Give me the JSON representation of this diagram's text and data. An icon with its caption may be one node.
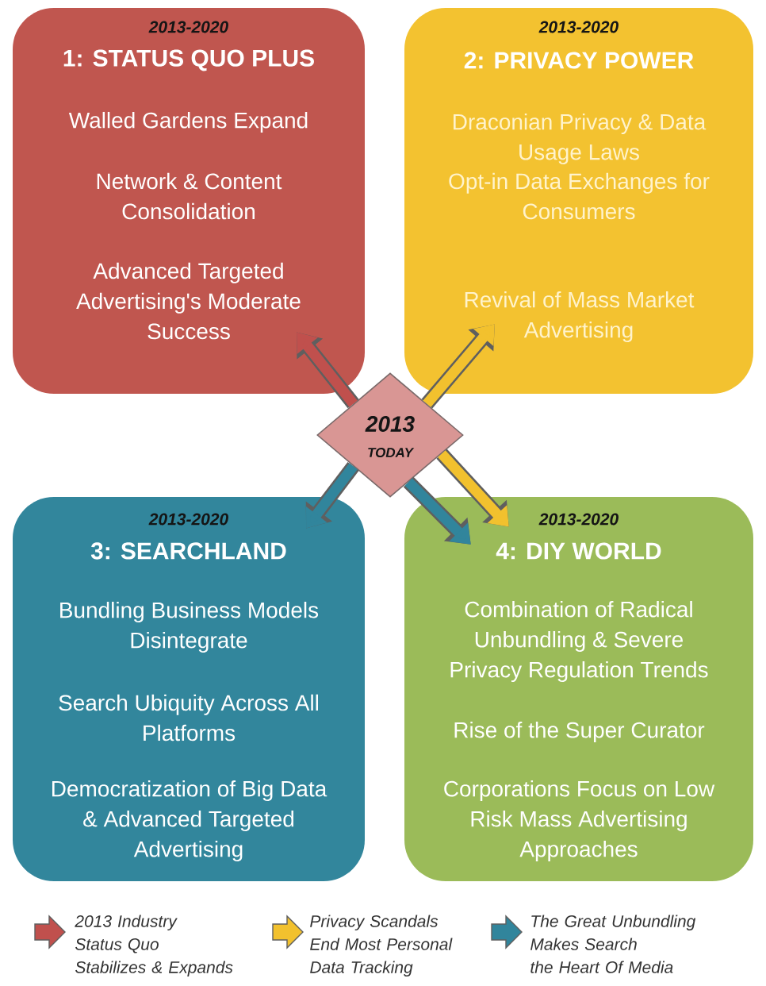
{
  "diagram": {
    "nodes": [
      {
        "text": [
          "2013-2020",
          "1: STATUS QUO PLUS",
          "Walled Gardens Expand",
          "Network & Content Consolidation",
          "Advanced Targeted Advertising's Moderate Success"
        ]
      },
      {
        "text": [
          "2013-2020",
          "2: PRIVACY POWER",
          "Draconian Privacy & Data Usage Laws",
          "Opt-in Data Exchanges for Consumers",
          "Revival of Mass Market Advertising"
        ]
      },
      {
        "text": [
          "2013",
          "TODAY"
        ]
      },
      {
        "text": [
          "2013-2020",
          "3: SEARCHLAND",
          "Bundling Business Models Disintegrate",
          "Search Ubiquity Across All Platforms",
          "Democratization of Big Data & Advanced Targeted Advertising"
        ]
      },
      {
        "text": [
          "2013-2020",
          "4: DIY WORLD",
          "Combination of Radical Unbundling & Severe Privacy Regulation Trends",
          "Rise of the Super Curator",
          "Corporations Focus on Low Risk Mass Advertising Approaches"
        ]
      }
    ],
    "edges": [
      {
        "from": 2,
        "to": 0,
        "arrow": "to",
        "color": "#c0504d"
      },
      {
        "from": 2,
        "to": 1,
        "arrow": "to",
        "color": "#f2c12e"
      },
      {
        "from": 2,
        "to": 3,
        "arrow": "to",
        "color": "#31859c"
      },
      {
        "from": 2,
        "to": 4,
        "arrow": "to",
        "color": "#f2c12e"
      },
      {
        "from": 2,
        "to": 4,
        "arrow": "to",
        "color": "#31859c"
      }
    ],
    "legend": [
      {
        "text": "2013 Industry Status Quo Stabilizes & Expands",
        "color": "#c0504d"
      },
      {
        "text": "Privacy Scandals End Most Personal Data Tracking",
        "color": "#f2c12e"
      },
      {
        "text": "The Great Unbundling Makes Search the Heart Of Media",
        "color": "#31859c"
      }
    ]
  }
}
